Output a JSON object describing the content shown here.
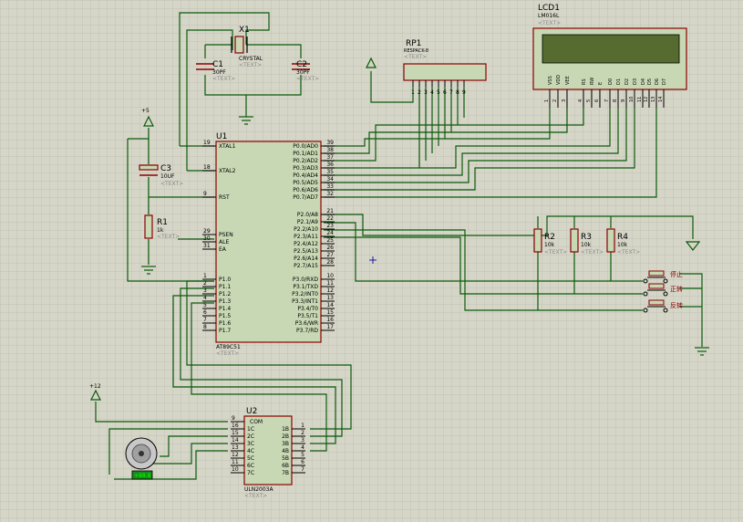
{
  "colors": {
    "background": "#d6d6c8",
    "grid": "#bcbcae",
    "wire": "#0a5a0a",
    "body_fill": "#c8d8b4",
    "body_stroke": "#8b0000",
    "label": "#000000",
    "ref": "#000000",
    "placeholder": "#8a8a8a",
    "lcd_screen": "#556b2f",
    "pin": "#000000"
  },
  "lcd": {
    "ref": "LCD1",
    "part": "LM016L",
    "text": "<TEXT>",
    "pins": [
      "VSS",
      "VDD",
      "VEE",
      "RS",
      "RW",
      "E",
      "D0",
      "D1",
      "D2",
      "D3",
      "D4",
      "D5",
      "D6",
      "D7"
    ],
    "pin_numbers": [
      "1",
      "2",
      "3",
      "4",
      "5",
      "6",
      "7",
      "8",
      "9",
      "10",
      "11",
      "12",
      "13",
      "14"
    ]
  },
  "rp1": {
    "ref": "RP1",
    "part": "RESPACK-8",
    "text": "<TEXT>",
    "pins": [
      "1",
      "2",
      "3",
      "4",
      "5",
      "6",
      "7",
      "8",
      "9"
    ]
  },
  "x1": {
    "ref": "X1",
    "part": "CRYSTAL",
    "text": "<TEXT>"
  },
  "c1": {
    "ref": "C1",
    "value": "30PF",
    "text": "<TEXT>"
  },
  "c2": {
    "ref": "C2",
    "value": "30PF",
    "text": "<TEXT>"
  },
  "c3": {
    "ref": "C3",
    "value": "10UF",
    "text": "<TEXT>"
  },
  "r1": {
    "ref": "R1",
    "value": "1k",
    "text": "<TEXT>"
  },
  "r2": {
    "ref": "R2",
    "value": "10k",
    "text": "<TEXT>"
  },
  "r3": {
    "ref": "R3",
    "value": "10k",
    "text": "<TEXT>"
  },
  "r4": {
    "ref": "R4",
    "value": "10k",
    "text": "<TEXT>"
  },
  "power": {
    "vcc5": "+5",
    "vcc12": "+12"
  },
  "u1": {
    "ref": "U1",
    "part": "AT89C51",
    "text": "<TEXT>",
    "left_pins": [
      {
        "num": "19",
        "name": "XTAL1"
      },
      {
        "num": "18",
        "name": "XTAL2"
      },
      {
        "num": "9",
        "name": "RST"
      },
      {
        "num": "29",
        "name": "PSEN"
      },
      {
        "num": "30",
        "name": "ALE"
      },
      {
        "num": "31",
        "name": "EA"
      },
      {
        "num": "1",
        "name": "P1.0"
      },
      {
        "num": "2",
        "name": "P1.1"
      },
      {
        "num": "3",
        "name": "P1.2"
      },
      {
        "num": "4",
        "name": "P1.3"
      },
      {
        "num": "5",
        "name": "P1.4"
      },
      {
        "num": "6",
        "name": "P1.5"
      },
      {
        "num": "7",
        "name": "P1.6"
      },
      {
        "num": "8",
        "name": "P1.7"
      }
    ],
    "right_pins": [
      {
        "num": "39",
        "name": "P0.0/AD0"
      },
      {
        "num": "38",
        "name": "P0.1/AD1"
      },
      {
        "num": "37",
        "name": "P0.2/AD2"
      },
      {
        "num": "36",
        "name": "P0.3/AD3"
      },
      {
        "num": "35",
        "name": "P0.4/AD4"
      },
      {
        "num": "34",
        "name": "P0.5/AD5"
      },
      {
        "num": "33",
        "name": "P0.6/AD6"
      },
      {
        "num": "32",
        "name": "P0.7/AD7"
      },
      {
        "num": "21",
        "name": "P2.0/A8"
      },
      {
        "num": "22",
        "name": "P2.1/A9"
      },
      {
        "num": "23",
        "name": "P2.2/A10"
      },
      {
        "num": "24",
        "name": "P2.3/A11"
      },
      {
        "num": "25",
        "name": "P2.4/A12"
      },
      {
        "num": "26",
        "name": "P2.5/A13"
      },
      {
        "num": "27",
        "name": "P2.6/A14"
      },
      {
        "num": "28",
        "name": "P2.7/A15"
      },
      {
        "num": "10",
        "name": "P3.0/RXD"
      },
      {
        "num": "11",
        "name": "P3.1/TXD"
      },
      {
        "num": "12",
        "name": "P3.2/INT0"
      },
      {
        "num": "13",
        "name": "P3.3/INT1"
      },
      {
        "num": "14",
        "name": "P3.4/T0"
      },
      {
        "num": "15",
        "name": "P3.5/T1"
      },
      {
        "num": "16",
        "name": "P3.6/WR"
      },
      {
        "num": "17",
        "name": "P3.7/RD"
      }
    ]
  },
  "u2": {
    "ref": "U2",
    "part": "ULN2003A",
    "text": "<TEXT>",
    "left_pins": [
      {
        "num": "9",
        "name": "COM"
      },
      {
        "num": "1",
        "name": "1B"
      },
      {
        "num": "2",
        "name": "2B"
      },
      {
        "num": "3",
        "name": "3B"
      },
      {
        "num": "4",
        "name": "4B"
      },
      {
        "num": "5",
        "name": "5B"
      },
      {
        "num": "6",
        "name": "6B"
      },
      {
        "num": "7",
        "name": "7B"
      }
    ],
    "right_pins": [
      {
        "num": "16",
        "name": "1C"
      },
      {
        "num": "15",
        "name": "2C"
      },
      {
        "num": "14",
        "name": "3C"
      },
      {
        "num": "13",
        "name": "4C"
      },
      {
        "num": "12",
        "name": "5C"
      },
      {
        "num": "11",
        "name": "6C"
      },
      {
        "num": "10",
        "name": "7C"
      }
    ]
  },
  "motor": {
    "label": "+88.8"
  },
  "switches": [
    {
      "label": "停止"
    },
    {
      "label": "正转"
    },
    {
      "label": "反转"
    }
  ]
}
